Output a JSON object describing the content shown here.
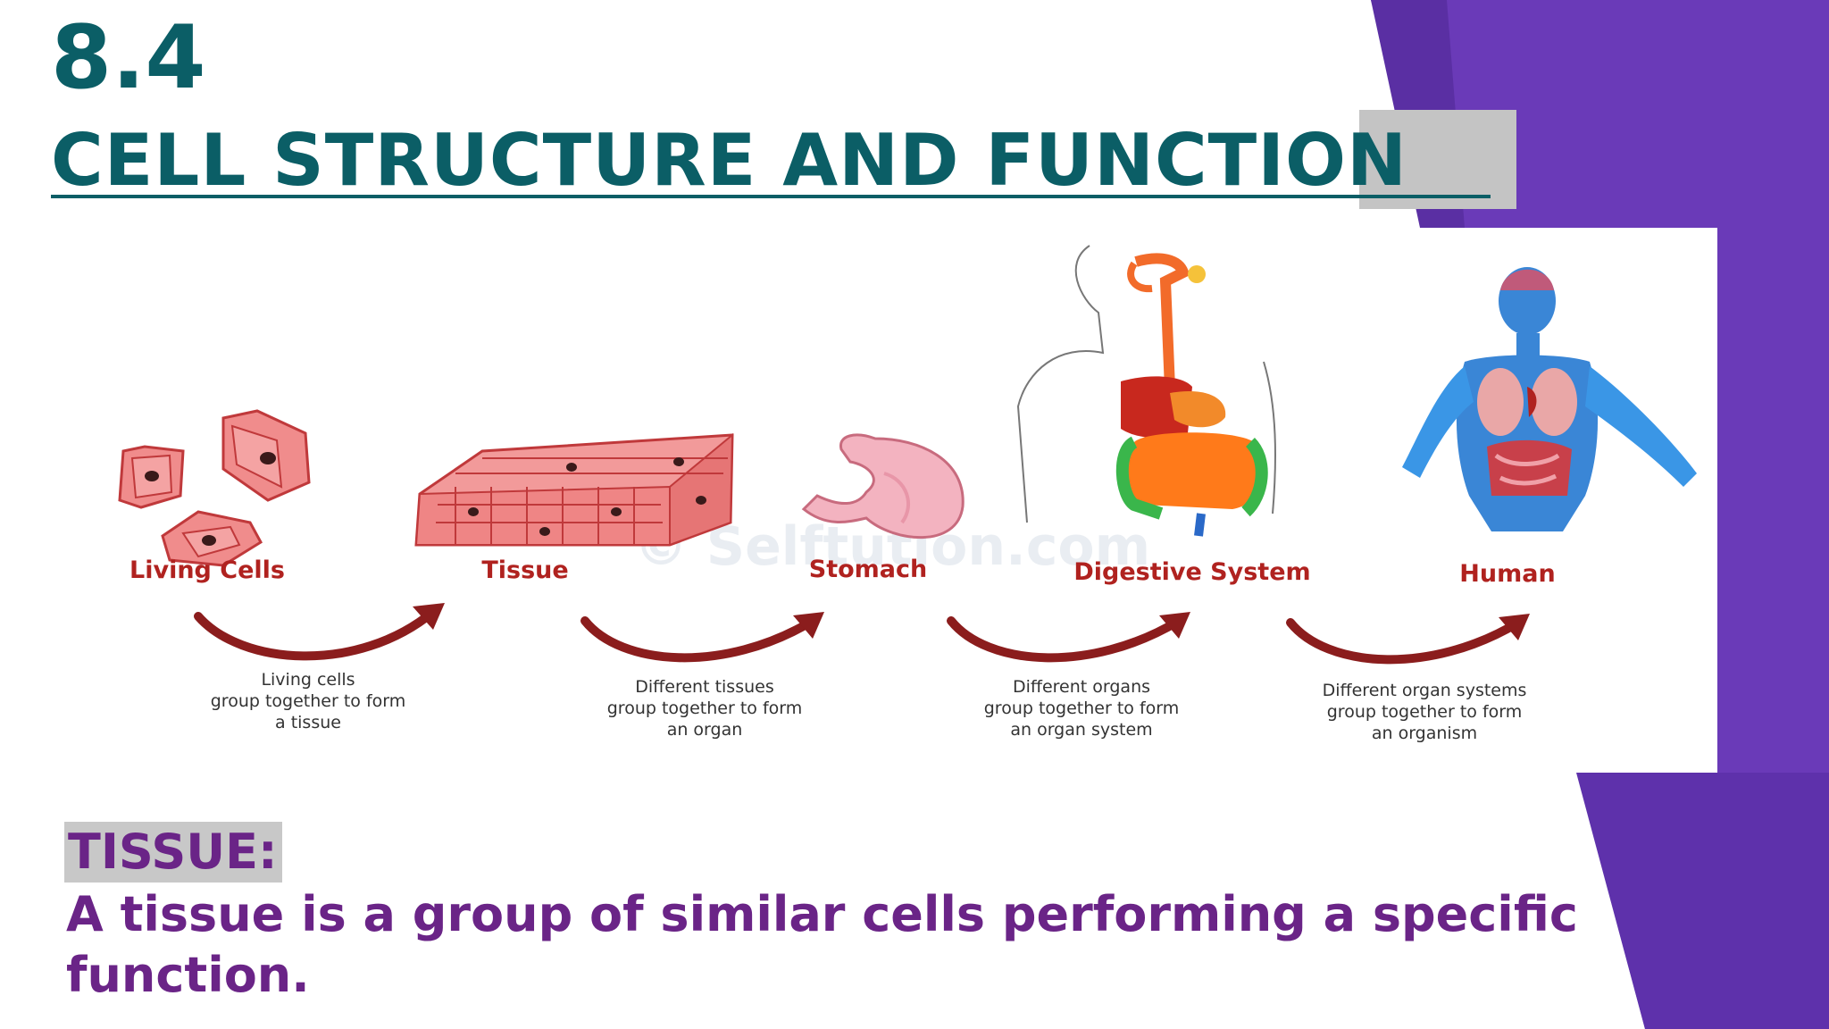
{
  "header": {
    "section_number": "8.4",
    "section_title": "CELL STRUCTURE AND FUNCTION"
  },
  "diagram": {
    "watermark": "© Selftution.com",
    "stages": [
      {
        "label": "Living Cells"
      },
      {
        "label": "Tissue"
      },
      {
        "label": "Stomach"
      },
      {
        "label": "Digestive System"
      },
      {
        "label": "Human"
      }
    ],
    "steps": [
      {
        "lines": [
          "Living cells",
          "group together to form",
          "a tissue"
        ]
      },
      {
        "lines": [
          "Different tissues",
          "group together to form",
          "an organ"
        ]
      },
      {
        "lines": [
          "Different organs",
          "group together to form",
          "an organ system"
        ]
      },
      {
        "lines": [
          "Different organ systems",
          "group together to form",
          "an organism"
        ]
      }
    ]
  },
  "body": {
    "heading": "TISSUE:",
    "definition": "A tissue is a group of similar cells performing a specific function."
  },
  "colors": {
    "title": "#0b5e66",
    "accent_purple": "#6a2487",
    "side_band": "#6a3ab8",
    "label_red": "#b0221f",
    "arrow": "#8b1d1d"
  }
}
